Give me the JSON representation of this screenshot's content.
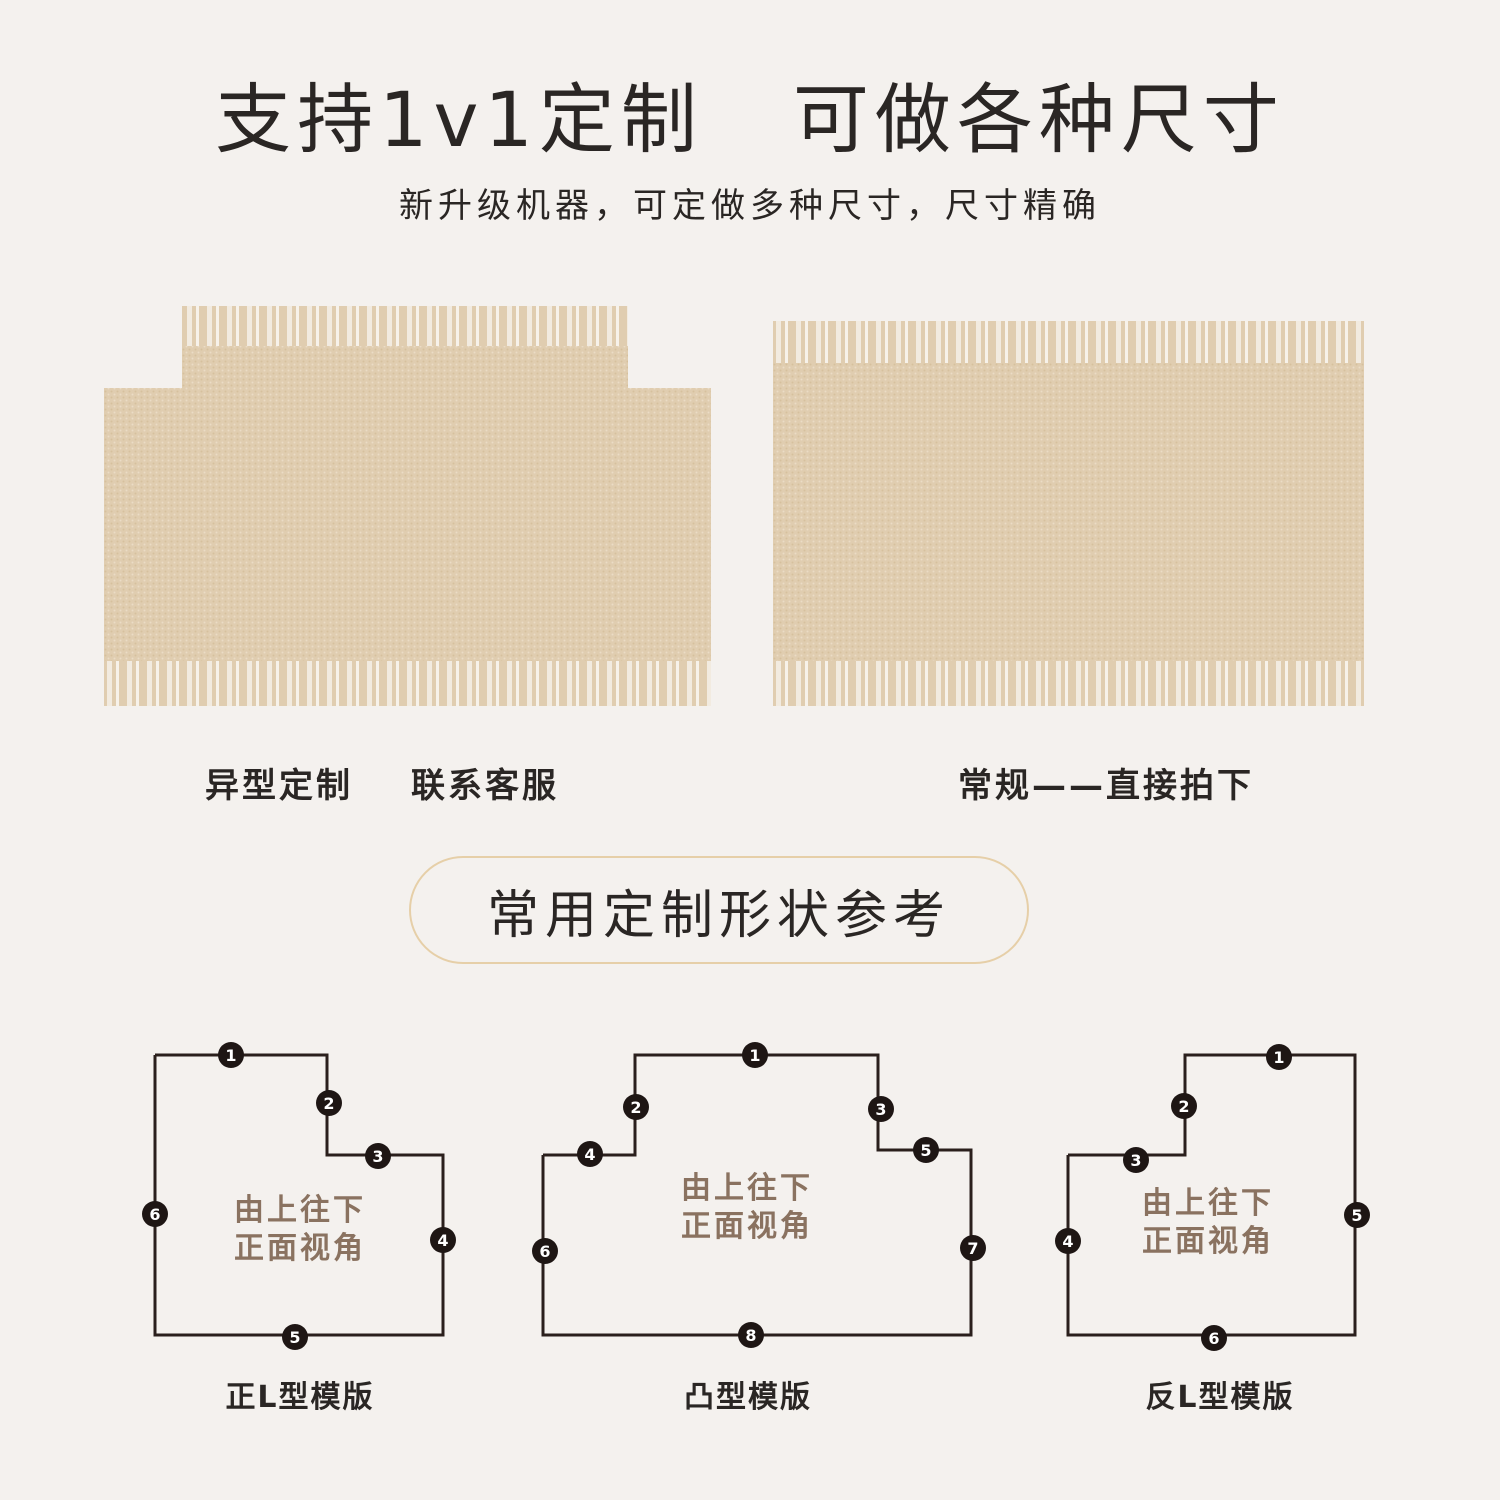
{
  "header": {
    "title_left": "支持1v1定制",
    "title_right": "可做各种尺寸",
    "subtitle": "新升级机器，可定做多种尺寸，尺寸精确"
  },
  "rugs": {
    "custom_caption_left": "异型定制",
    "custom_caption_right": "联系客服",
    "regular_caption": "常规——直接拍下"
  },
  "section": {
    "label": "常用定制形状参考"
  },
  "templates": [
    {
      "label": "正L型模版",
      "note_line1": "由上往下",
      "note_line2": "正面视角",
      "points": [
        "1",
        "2",
        "3",
        "4",
        "5",
        "6"
      ]
    },
    {
      "label": "凸型模版",
      "note_line1": "由上往下",
      "note_line2": "正面视角",
      "points": [
        "1",
        "2",
        "3",
        "4",
        "5",
        "6",
        "7",
        "8"
      ]
    },
    {
      "label": "反L型模版",
      "note_line1": "由上往下",
      "note_line2": "正面视角",
      "points": [
        "1",
        "2",
        "3",
        "4",
        "5",
        "6"
      ]
    }
  ],
  "colors": {
    "background": "#f4f1ee",
    "rug": "#e0cdb0",
    "fringe": "#f2ebe0",
    "outline": "#2a1f1c",
    "note_text": "#8a7260",
    "pill_border": "#e6cfa8"
  }
}
